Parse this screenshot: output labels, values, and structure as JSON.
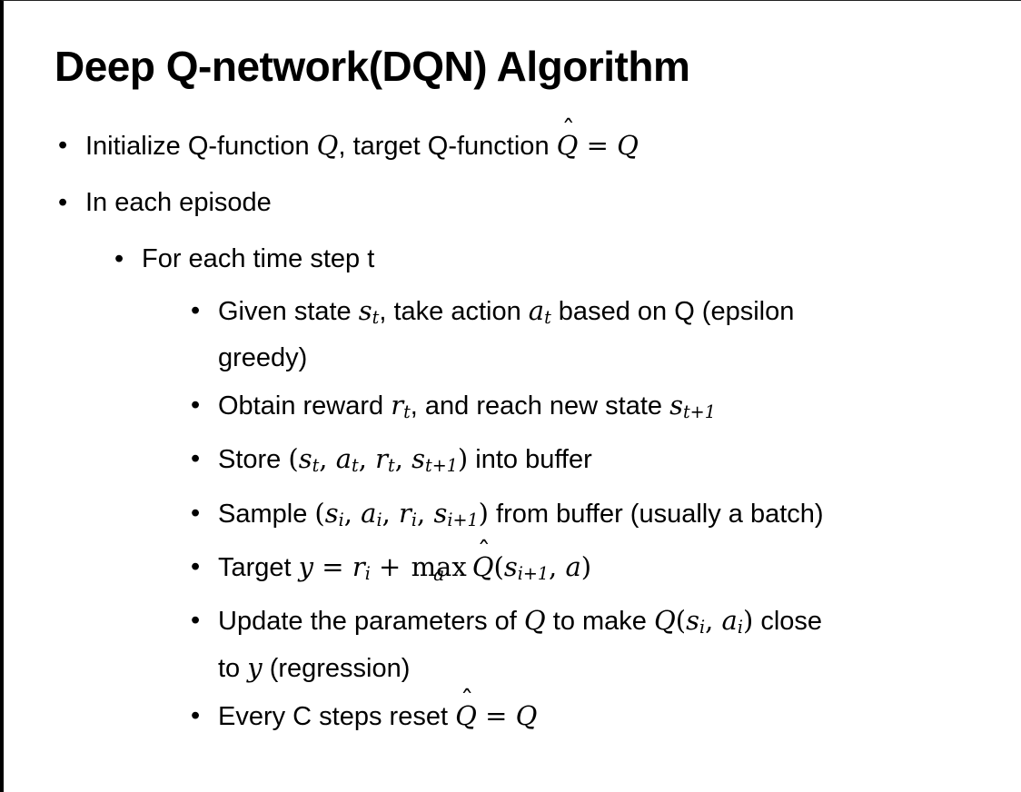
{
  "slide": {
    "title": "Deep Q-network(DQN) Algorithm",
    "bullet_char": "•"
  },
  "bullets": [
    {
      "level": 1,
      "lines": [
        [
          [
            "t",
            "Initialize Q-function "
          ],
          [
            "m",
            "Q"
          ],
          [
            "t",
            ", target Q-function "
          ],
          [
            "hat",
            "Q"
          ],
          [
            "mo",
            " = "
          ],
          [
            "m",
            "Q"
          ]
        ]
      ]
    },
    {
      "level": 1,
      "lines": [
        [
          [
            "t",
            "In each episode"
          ]
        ]
      ]
    },
    {
      "level": 2,
      "lines": [
        [
          [
            "t",
            "For each time step t"
          ]
        ]
      ]
    },
    {
      "level": 3,
      "lines": [
        [
          [
            "t",
            "Given state "
          ],
          [
            "m",
            "s"
          ],
          [
            "ms",
            "t"
          ],
          [
            "t",
            ", take action "
          ],
          [
            "m",
            "a"
          ],
          [
            "ms",
            "t"
          ],
          [
            "t",
            " based on Q (epsilon"
          ]
        ],
        [
          [
            "t",
            "greedy)"
          ]
        ]
      ]
    },
    {
      "level": 3,
      "lines": [
        [
          [
            "t",
            "Obtain reward "
          ],
          [
            "m",
            "r"
          ],
          [
            "ms",
            "t"
          ],
          [
            "t",
            ", and reach new state "
          ],
          [
            "m",
            "s"
          ],
          [
            "ms",
            "t+1"
          ]
        ]
      ]
    },
    {
      "level": 3,
      "lines": [
        [
          [
            "t",
            "Store "
          ],
          [
            "mo",
            "("
          ],
          [
            "m",
            "s"
          ],
          [
            "ms",
            "t"
          ],
          [
            "mo",
            ", "
          ],
          [
            "m",
            "a"
          ],
          [
            "ms",
            "t"
          ],
          [
            "mo",
            ", "
          ],
          [
            "m",
            "r"
          ],
          [
            "ms",
            "t"
          ],
          [
            "mo",
            ", "
          ],
          [
            "m",
            "s"
          ],
          [
            "ms",
            "t+1"
          ],
          [
            "mo",
            ")"
          ],
          [
            "t",
            " into buffer"
          ]
        ]
      ]
    },
    {
      "level": 3,
      "lines": [
        [
          [
            "t",
            "Sample "
          ],
          [
            "mo",
            "("
          ],
          [
            "m",
            "s"
          ],
          [
            "ms",
            "i"
          ],
          [
            "mo",
            ", "
          ],
          [
            "m",
            "a"
          ],
          [
            "ms",
            "i"
          ],
          [
            "mo",
            ", "
          ],
          [
            "m",
            "r"
          ],
          [
            "ms",
            "i"
          ],
          [
            "mo",
            ", "
          ],
          [
            "m",
            "s"
          ],
          [
            "ms",
            "i+1"
          ],
          [
            "mo",
            ")"
          ],
          [
            "t",
            " from buffer (usually a batch)"
          ]
        ]
      ]
    },
    {
      "level": 3,
      "extra": "under",
      "lines": [
        [
          [
            "t",
            "Target "
          ],
          [
            "m",
            "y"
          ],
          [
            "mo",
            " = "
          ],
          [
            "m",
            "r"
          ],
          [
            "ms",
            "i"
          ],
          [
            "mo",
            " + "
          ],
          [
            "under",
            "max",
            "a"
          ],
          [
            "hat",
            "Q"
          ],
          [
            "mo",
            "("
          ],
          [
            "m",
            "s"
          ],
          [
            "ms",
            "i+1"
          ],
          [
            "mo",
            ", "
          ],
          [
            "m",
            "a"
          ],
          [
            "mo",
            ")"
          ]
        ]
      ]
    },
    {
      "level": 3,
      "lines": [
        [
          [
            "t",
            "Update the parameters of "
          ],
          [
            "m",
            "Q"
          ],
          [
            "t",
            " to make "
          ],
          [
            "m",
            "Q"
          ],
          [
            "mo",
            "("
          ],
          [
            "m",
            "s"
          ],
          [
            "ms",
            "i"
          ],
          [
            "mo",
            ", "
          ],
          [
            "m",
            "a"
          ],
          [
            "ms",
            "i"
          ],
          [
            "mo",
            ")"
          ],
          [
            "t",
            " close"
          ]
        ],
        [
          [
            "t",
            "to "
          ],
          [
            "m",
            "y"
          ],
          [
            "t",
            " (regression)"
          ]
        ]
      ]
    },
    {
      "level": 3,
      "lines": [
        [
          [
            "t",
            "Every C steps reset "
          ],
          [
            "hat",
            "Q"
          ],
          [
            "mo",
            " = "
          ],
          [
            "m",
            "Q"
          ]
        ]
      ]
    }
  ]
}
